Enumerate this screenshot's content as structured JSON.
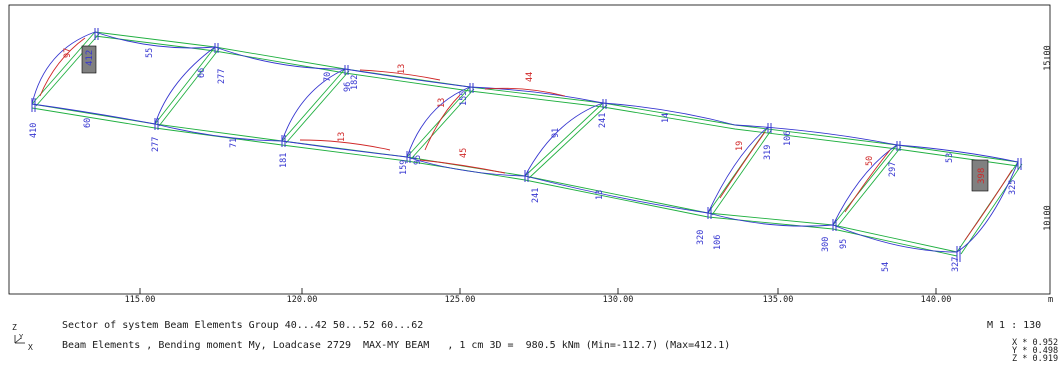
{
  "colors": {
    "frame": "#000000",
    "beam_green": "#20b040",
    "moment_blue": "#3535d0",
    "moment_red": "#d02828",
    "support_fill": "#808080",
    "text": "#1a1a1a"
  },
  "axis": {
    "x_ticks": [
      "115.00",
      "120.00",
      "125.00",
      "130.00",
      "135.00",
      "140.00"
    ],
    "x_unit": "m",
    "y_ticks": [
      "15.00",
      "10.00"
    ]
  },
  "labels": {
    "blue": [
      "410",
      "60",
      "277",
      "71",
      "181",
      "159",
      "241",
      "13",
      "320",
      "106",
      "300",
      "54",
      "327",
      "55",
      "66",
      "277",
      "70",
      "96",
      "182",
      "155",
      "91",
      "241",
      "14",
      "319",
      "106",
      "95",
      "297",
      "53",
      "325",
      "95"
    ],
    "red": [
      "97",
      "13",
      "44",
      "13",
      "13",
      "45",
      "19",
      "50"
    ],
    "support_left": "412",
    "support_right": "398"
  },
  "caption": {
    "line1": "Sector of system Beam Elements Group 40...42 50...52 60...62",
    "line2": "Beam Elements , Bending moment My, Loadcase 2729  MAX-MY BEAM   , 1 cm 3D =  980.5 kNm (Min=-112.7) (Max=412.1)",
    "scale": "M 1 : 130",
    "view_x": "X * 0.952",
    "view_y": "Y * 0.498",
    "view_z": "Z * 0.919",
    "axis_z": "Z",
    "axis_y": "Y",
    "axis_x": "X"
  }
}
